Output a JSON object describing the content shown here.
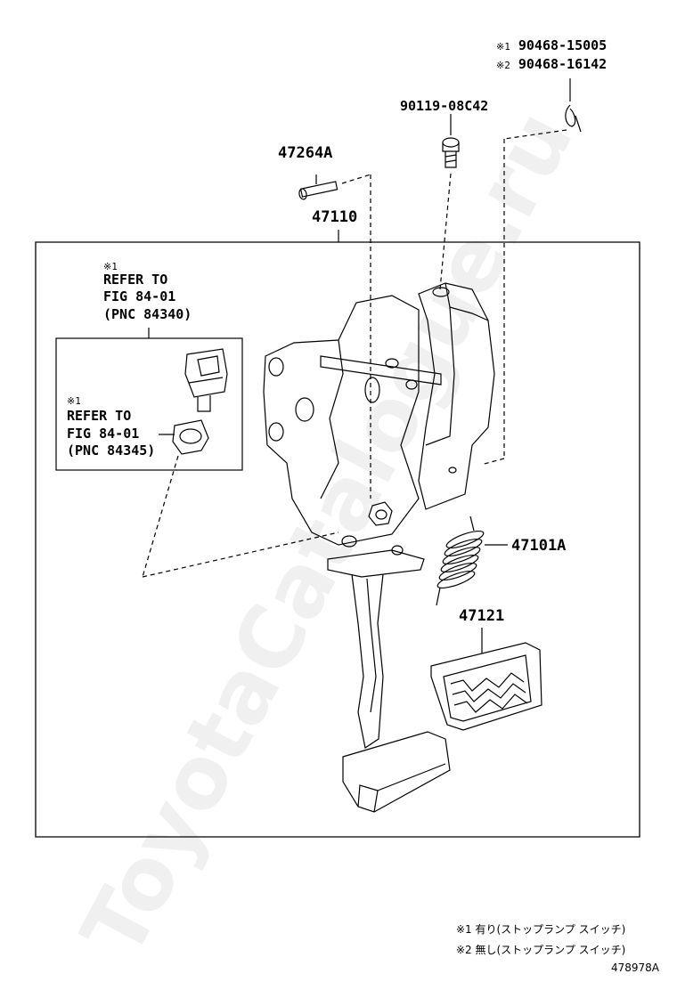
{
  "parts": {
    "clip_1": "90468-15005",
    "clip_2": "90468-16142",
    "clip_mark_1": "※1",
    "clip_mark_2": "※2",
    "bolt": "90119-08C42",
    "pin": "47264A",
    "pedal_assembly": "47110",
    "spring": "47101A",
    "pad": "47121"
  },
  "refs": {
    "top": {
      "mark": "※1",
      "line1": "REFER TO",
      "line2": "FIG 84-01",
      "line3": "(PNC 84340)"
    },
    "inner": {
      "mark": "※1",
      "line1": "REFER TO",
      "line2": "FIG 84-01",
      "line3": "(PNC 84345)"
    }
  },
  "notes": {
    "note1": "※1 有り(ストップランプ スイッチ)",
    "note2": "※2 無し(ストップランプ スイッチ)"
  },
  "figure_id": "478978A",
  "watermark": "ToyotaCatalogue.ru"
}
